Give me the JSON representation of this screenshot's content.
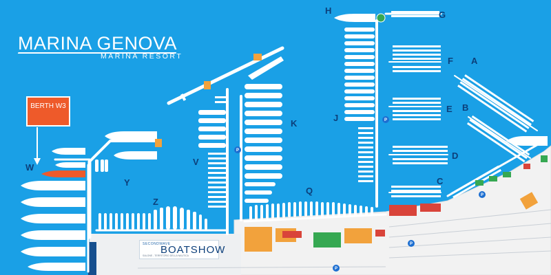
{
  "brand": {
    "title": "MARINA GENOVA",
    "subtitle": "MARINA RESORT"
  },
  "callout": {
    "label": "BERTH W3"
  },
  "boatshow": {
    "small": "SECONDWAVE",
    "big": "BOATSHOW",
    "foot": "SALONE - TERRITORIO DELLA NAUTICA"
  },
  "piers": [
    "H",
    "G",
    "F",
    "A",
    "E",
    "B",
    "D",
    "C",
    "J",
    "K",
    "V",
    "Y",
    "Z",
    "Q",
    "W"
  ],
  "parking_label": "P",
  "colors": {
    "water": "#1aa0e6",
    "land": "#f2f2f2",
    "pier": "#ffffff",
    "label": "#0c3f7a",
    "accent": "#ee5a2a",
    "parking": "#1d6fd1",
    "building_green": "#36a852",
    "building_red": "#d9443a",
    "building_orange": "#f2a23c"
  }
}
